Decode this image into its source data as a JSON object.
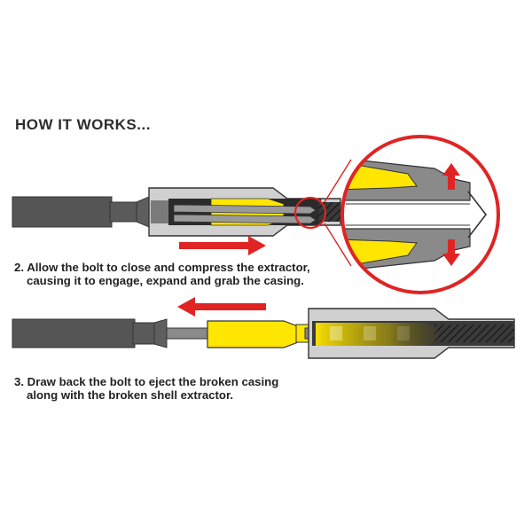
{
  "heading": "HOW IT WORKS...",
  "steps": [
    {
      "number": "2.",
      "line1": "Allow the bolt to close and compress the extractor,",
      "line2": "causing it to engage, expand and grab the casing."
    },
    {
      "number": "3.",
      "line1": "Draw back the bolt to eject the broken casing",
      "line2": "along with the broken shell extractor."
    }
  ],
  "colors": {
    "bolt_dark": "#555555",
    "metal_gray": "#8a8a8a",
    "extractor_yellow": "#ffe600",
    "arrow_red": "#e02424",
    "outline": "#333333"
  },
  "icons": [
    "bolt-illustration",
    "chamber-illustration",
    "magnifier-circle",
    "direction-arrow"
  ]
}
